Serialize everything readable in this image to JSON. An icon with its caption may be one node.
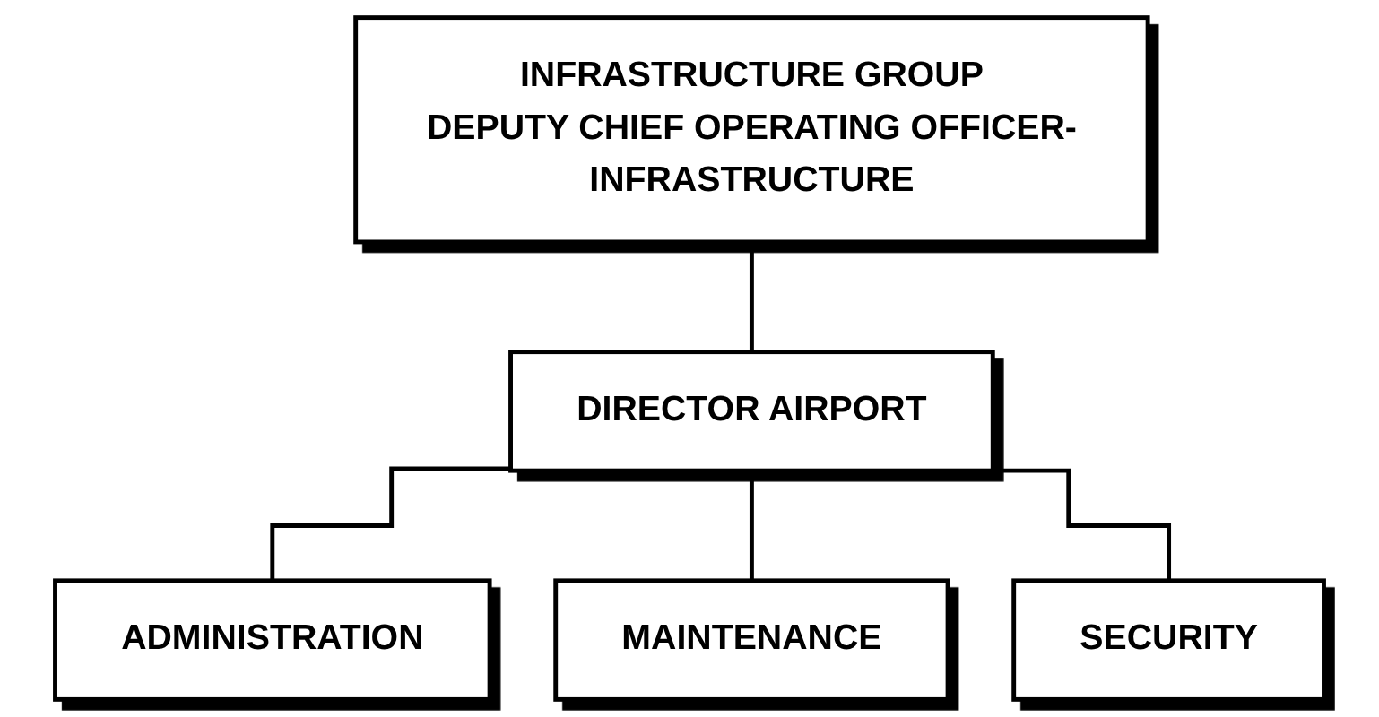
{
  "diagram": {
    "nodes": [
      {
        "text": [
          "INFRASTRUCTURE GROUP",
          "DEPUTY CHIEF OPERATING OFFICER-INFRASTRUCTURE"
        ]
      },
      {
        "text": [
          "DIRECTOR AIRPORT"
        ]
      },
      {
        "text": [
          "ADMINISTRATION"
        ]
      },
      {
        "text": [
          "MAINTENANCE"
        ]
      },
      {
        "text": [
          "SECURITY"
        ]
      }
    ],
    "edges": [
      {
        "from": 0,
        "to": 1,
        "arrow": "none"
      },
      {
        "from": 1,
        "to": 2,
        "arrow": "none"
      },
      {
        "from": 1,
        "to": 3,
        "arrow": "none"
      },
      {
        "from": 1,
        "to": 4,
        "arrow": "none"
      }
    ]
  }
}
